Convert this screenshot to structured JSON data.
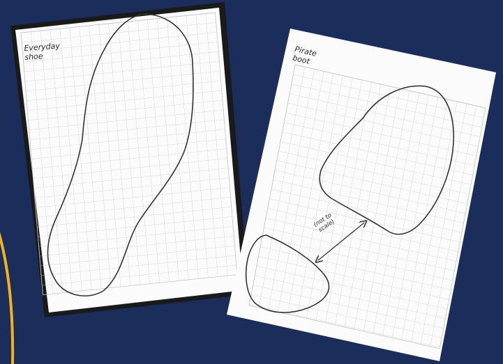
{
  "colors": {
    "background": "#1b2d5b",
    "accent_arc": "#f2b21c",
    "paper": "#fbfbfb",
    "grid": "#cdcdcd",
    "ink": "#333333"
  },
  "left_sheet": {
    "label": "Everyday\nshoe"
  },
  "right_sheet": {
    "label": "Pirate\nboot",
    "scale_note": "(not to\nscale)"
  }
}
